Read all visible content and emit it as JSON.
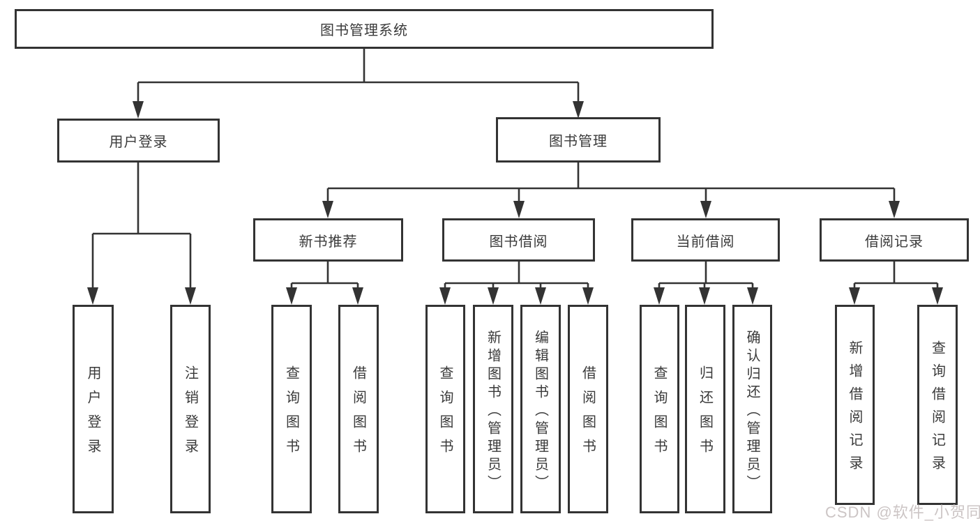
{
  "diagram": {
    "watermark": "CSDN @软件_小贺同学",
    "colors": {
      "line": "#333333",
      "box_border": "#333333",
      "text": "#3a3a3a",
      "watermark": "#ccc5c5",
      "background": "#ffffff"
    }
  },
  "tree": {
    "root": {
      "label": "图书管理系统"
    },
    "user_login": {
      "label": "用户登录",
      "children": {
        "login": {
          "label": "用户登录"
        },
        "logout": {
          "label": "注销登录"
        }
      }
    },
    "book_management": {
      "label": "图书管理",
      "children": {
        "new_book_recommend": {
          "label": "新书推荐",
          "children": {
            "query_books": {
              "label": "查询图书"
            },
            "borrow_books": {
              "label": "借阅图书"
            }
          }
        },
        "book_borrowing": {
          "label": "图书借阅",
          "children": {
            "query_books": {
              "label": "查询图书"
            },
            "add_books": {
              "label": "新增图书（管理员）"
            },
            "edit_books": {
              "label": "编辑图书（管理员）"
            },
            "borrow_books": {
              "label": "借阅图书"
            }
          }
        },
        "current_borrowing": {
          "label": "当前借阅",
          "children": {
            "query_books": {
              "label": "查询图书"
            },
            "return_books": {
              "label": "归还图书"
            },
            "confirm_return": {
              "label": "确认归还（管理员）"
            }
          }
        },
        "borrowing_records": {
          "label": "借阅记录",
          "children": {
            "add_record": {
              "label": "新增借阅记录"
            },
            "query_record": {
              "label": "查询借阅记录"
            }
          }
        }
      }
    }
  }
}
